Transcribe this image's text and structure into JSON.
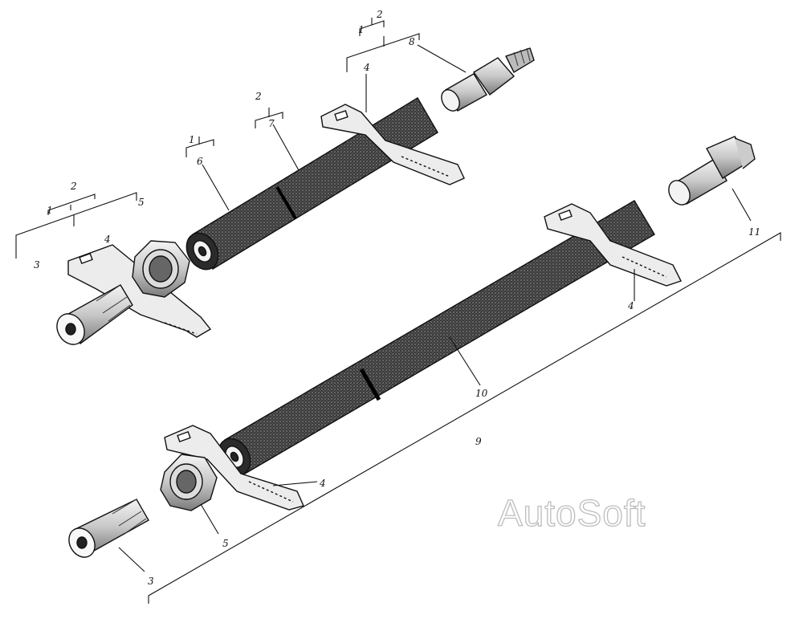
{
  "callouts": {
    "top_left_1": "1",
    "top_left_2": "2",
    "top_left_3": "3",
    "top_left_4": "4",
    "top_left_5": "5",
    "mid_1": "1",
    "mid_6": "6",
    "mid_2": "2",
    "mid_7": "7",
    "top_right_1": "1",
    "top_right_2": "2",
    "top_right_4": "4",
    "top_right_8": "8",
    "right_11": "11",
    "right_4": "4",
    "bottom_10": "10",
    "bottom_9": "9",
    "bottom_4": "4",
    "bottom_5": "5",
    "bottom_3": "3"
  },
  "watermark": "AutoSoft",
  "colors": {
    "ink": "#111111",
    "hose_dark": "#2a2a2a",
    "hose_mid": "#555555",
    "watermark_outline": "#bdbdbd"
  }
}
